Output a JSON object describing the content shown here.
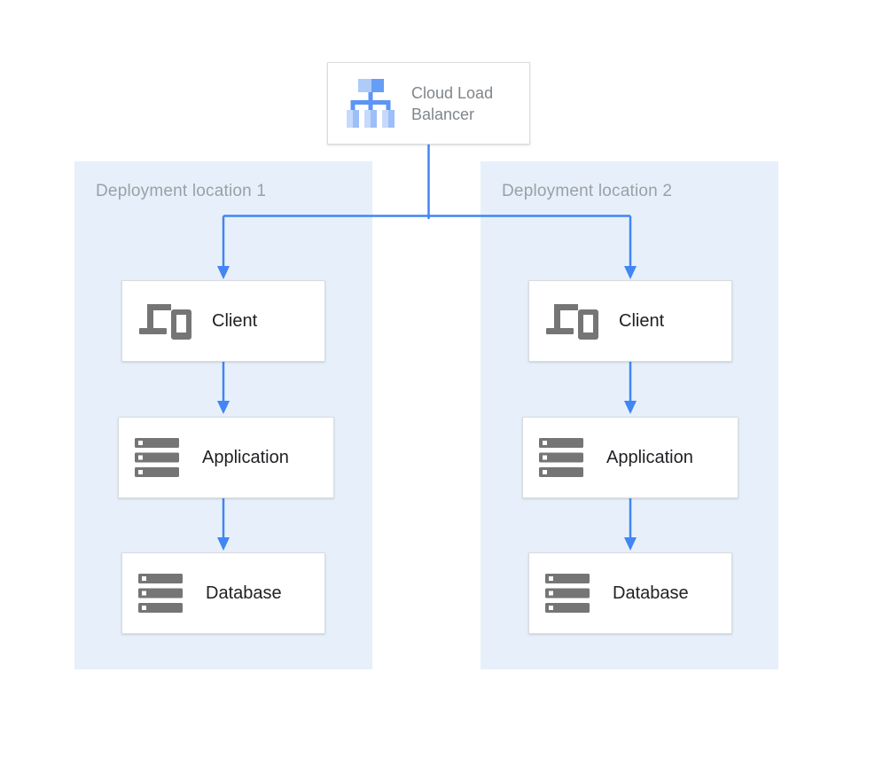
{
  "diagram": {
    "load_balancer": {
      "label": "Cloud Load Balancer",
      "icon": "load-balancer-icon"
    },
    "zones": [
      {
        "label": "Deployment location 1",
        "nodes": [
          {
            "label": "Client",
            "icon": "devices-icon"
          },
          {
            "label": "Application",
            "icon": "server-stack-icon"
          },
          {
            "label": "Database",
            "icon": "server-stack-icon"
          }
        ]
      },
      {
        "label": "Deployment location 2",
        "nodes": [
          {
            "label": "Client",
            "icon": "devices-icon"
          },
          {
            "label": "Application",
            "icon": "server-stack-icon"
          },
          {
            "label": "Database",
            "icon": "server-stack-icon"
          }
        ]
      }
    ],
    "colors": {
      "connector_blue": "#4285f4",
      "zone_background": "#e7f0fa",
      "zone_label_gray": "#9aa0a6",
      "node_border": "#d9dce0",
      "node_label_dark": "#202124",
      "lb_label_gray": "#80868b",
      "icon_gray": "#757575",
      "icon_blue_light": "#aecbfa",
      "icon_blue_medium": "#669df6",
      "icon_blue_connector": "#5c95f5"
    }
  }
}
